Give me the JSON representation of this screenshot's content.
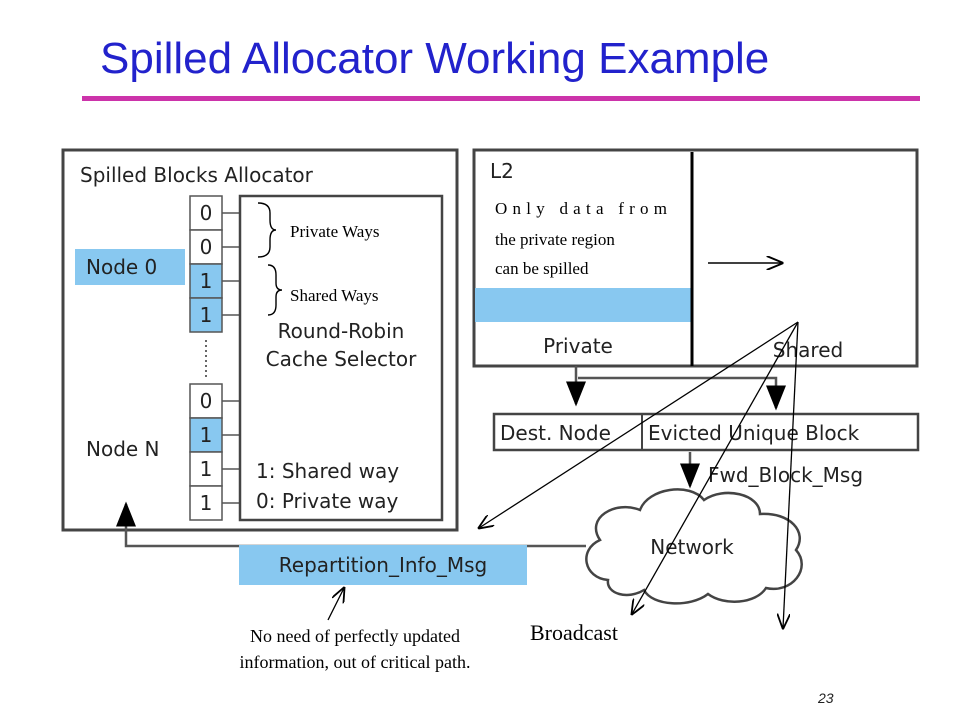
{
  "slide": {
    "title": "Spilled Allocator Working Example",
    "page_number": "23",
    "title_color": "#2222cc",
    "rule_color": "#cc33aa",
    "highlight_color": "#88c8f0"
  },
  "allocator": {
    "heading": "Spilled Blocks Allocator",
    "node0_label": "Node 0",
    "nodeN_label": "Node N",
    "bits_top": [
      "0",
      "0",
      "1",
      "1"
    ],
    "bits_bottom": [
      "0",
      "1",
      "1",
      "1"
    ],
    "selector_line1": "Round-Robin",
    "selector_line2": "Cache Selector",
    "legend_shared": "1: Shared way",
    "legend_private": "0: Private way",
    "private_ways_note": "Private Ways",
    "shared_ways_note": "Shared Ways"
  },
  "l2": {
    "heading": "L2",
    "private_label": "Private",
    "shared_label": "Shared",
    "note_line1": "Only data from",
    "note_line2": "the private region",
    "note_line3": "can be spilled"
  },
  "message": {
    "dest_node": "Dest. Node",
    "evicted_block": "Evicted Unique Block",
    "fwd_msg": "Fwd_Block_Msg",
    "network": "Network",
    "repartition": "Repartition_Info_Msg"
  },
  "captions": {
    "broadcast": "Broadcast",
    "no_need_line1": "No need of perfectly updated",
    "no_need_line2": "information, out of critical path."
  }
}
